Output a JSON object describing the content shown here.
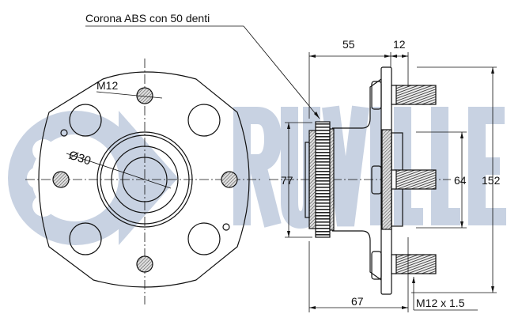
{
  "watermark": {
    "brand": "RUVILLE",
    "color": "#c8d2e2"
  },
  "annotations": {
    "abs_ring": "Corona ABS con 50 denti",
    "stud_thread_front": "M12",
    "bore_diameter": "Ø30",
    "stud_thread_side": "M12 x 1.5"
  },
  "dimensions": {
    "depth_hub": "55",
    "flange_to_stud": "12",
    "overall_depth": "67",
    "abs_diameter": "77",
    "pilot_diameter": "64",
    "flange_diameter": "152"
  },
  "colors": {
    "line": "#111111",
    "hatch": "#555555"
  }
}
